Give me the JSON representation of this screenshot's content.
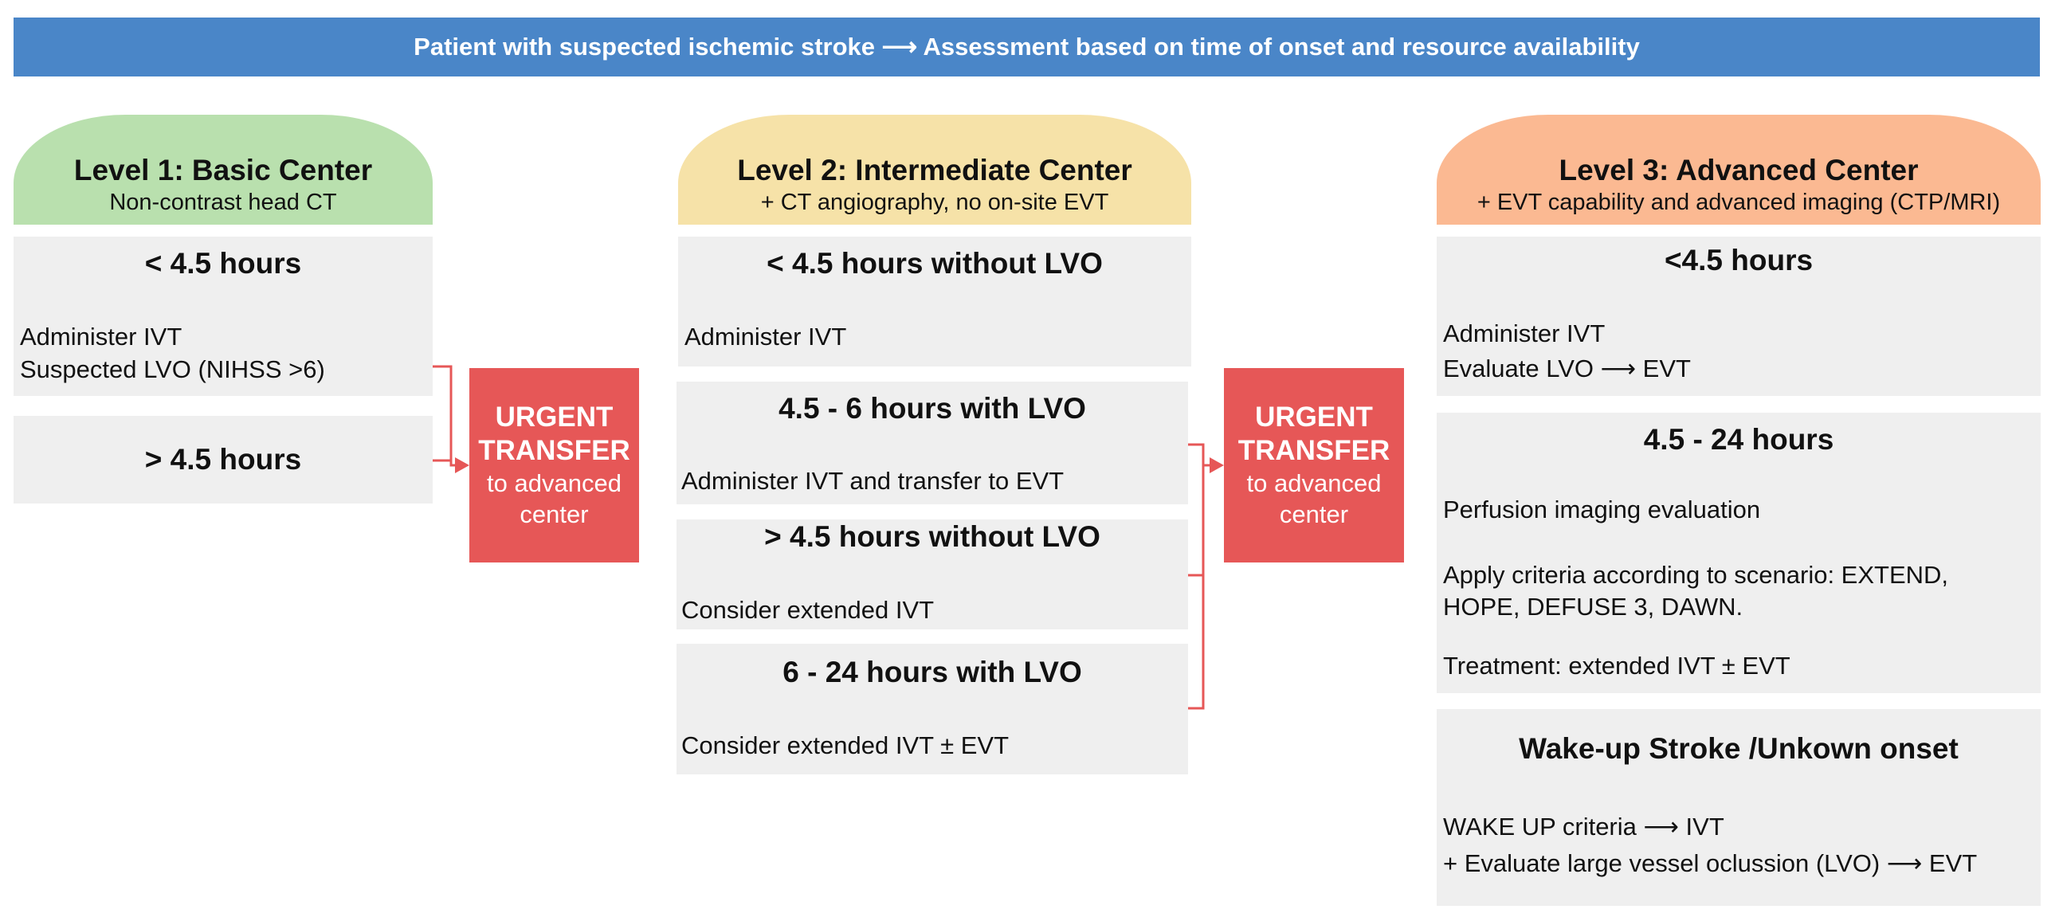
{
  "banner": {
    "text": "Patient with suspected ischemic stroke ⟶  Assessment based on time of onset and resource availability"
  },
  "level1": {
    "title": "Level 1: Basic Center",
    "subtitle": "Non-contrast  head CT",
    "box1": {
      "title": "< 4.5 hours",
      "line1": "Administer IVT",
      "line2": "Suspected LVO (NIHSS >6)"
    },
    "box2": {
      "title": "> 4.5 hours"
    }
  },
  "level2": {
    "title": "Level 2: Intermediate Center",
    "subtitle": "+ CT angiography, no on-site EVT",
    "box1": {
      "title": "< 4.5 hours without LVO",
      "line1": "Administer IVT"
    },
    "box2": {
      "title": "4.5 - 6 hours with LVO",
      "line1": "Administer IVT and transfer to EVT"
    },
    "box3": {
      "title": "> 4.5 hours without LVO",
      "line1": "Consider extended IVT"
    },
    "box4": {
      "title": "6 - 24 hours with LVO",
      "line1": "Consider extended IVT ± EVT"
    }
  },
  "level3": {
    "title": "Level 3: Advanced Center",
    "subtitle": "+ EVT capability and advanced imaging (CTP/MRI)",
    "box1": {
      "title": "<4.5 hours",
      "line1": "Administer IVT",
      "line2": "Evaluate LVO ⟶ EVT"
    },
    "box2": {
      "title": "4.5 - 24 hours",
      "line1": "Perfusion imaging evaluation",
      "line2": "Apply criteria according to scenario: EXTEND,",
      "line3": "HOPE, DEFUSE 3, DAWN.",
      "line4": "Treatment: extended IVT ± EVT"
    },
    "box3": {
      "title": "Wake-up Stroke /Unkown onset",
      "line1": "WAKE UP criteria ⟶ IVT",
      "line2": "+ Evaluate large vessel oclussion (LVO) ⟶ EVT"
    }
  },
  "transfer": {
    "title_line1": "URGENT",
    "title_line2": "TRANSFER",
    "line3": "to  advanced",
    "line4": "center"
  },
  "colors": {
    "banner": "#4a86c8",
    "level1": "#b9e0ae",
    "level2": "#f6e2a8",
    "level3": "#fbb992",
    "box": "#efefef",
    "urgent": "#e65757",
    "connector": "#e65757"
  }
}
